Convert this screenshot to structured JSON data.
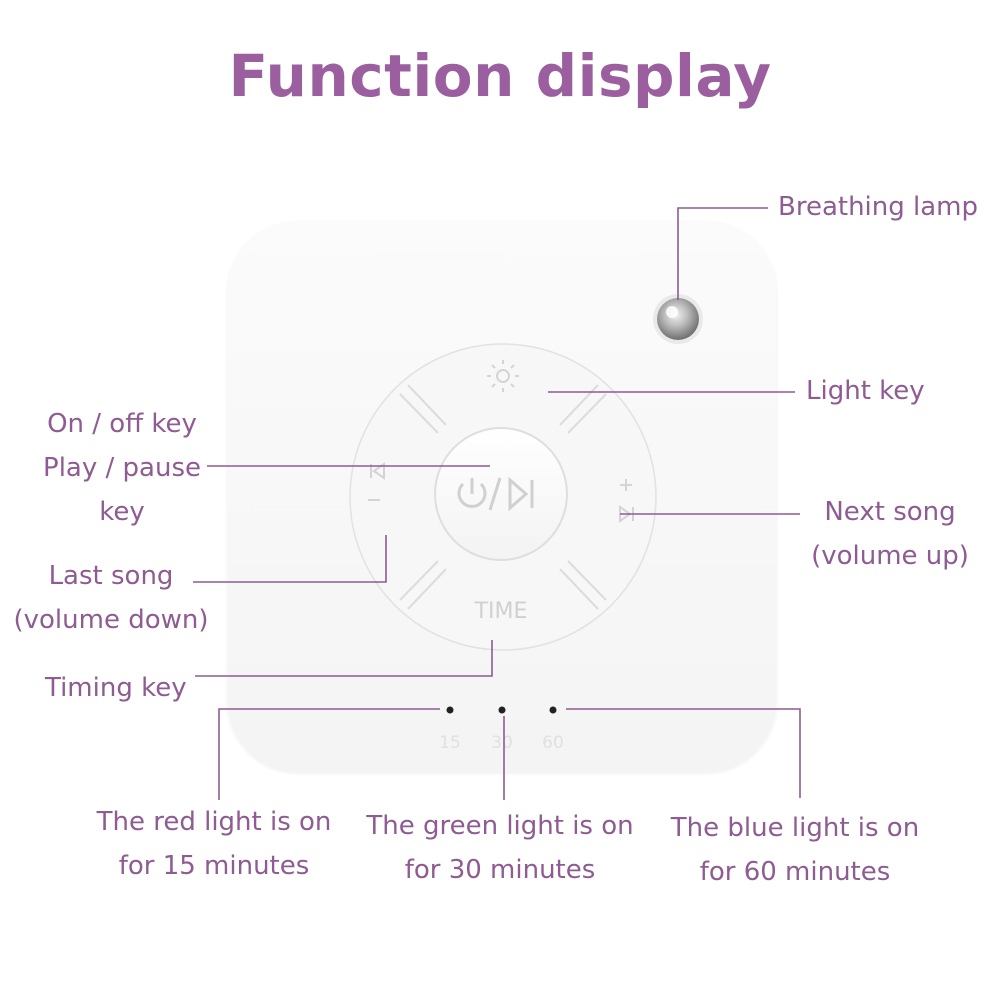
{
  "title": "Function display",
  "labels": {
    "breathing_lamp": "Breathing lamp",
    "light_key": "Light key",
    "onoff_line1": "On / off key",
    "onoff_line2": "Play / pause",
    "onoff_line3": "key",
    "next_line1": "Next song",
    "next_line2": "(volume up)",
    "last_line1": "Last song",
    "last_line2": "(volume down)",
    "timing_key": "Timing key",
    "red_line1": "The red light is on",
    "red_line2": "for 15 minutes",
    "green_line1": "The green light is on",
    "green_line2": "for 30 minutes",
    "blue_line1": "The blue light is on",
    "blue_line2": "for 60 minutes"
  },
  "device": {
    "time_key_text": "TIME",
    "timer_marks": [
      "15",
      "30",
      "60"
    ]
  },
  "colors": {
    "accent": "#9b5fa0",
    "label": "#8e5b92",
    "leader": "#8e5b92"
  }
}
